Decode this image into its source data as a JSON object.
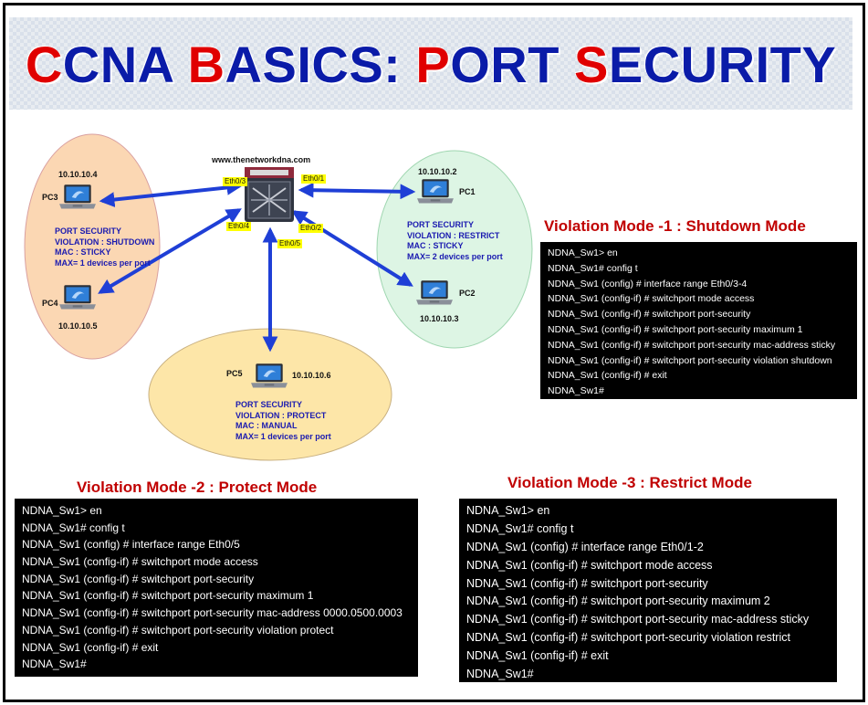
{
  "title": {
    "parts": [
      {
        "text": "C",
        "red": true
      },
      {
        "text": "CNA ",
        "red": false
      },
      {
        "text": "B",
        "red": true
      },
      {
        "text": "ASICS: ",
        "red": false
      },
      {
        "text": "P",
        "red": true
      },
      {
        "text": "ORT ",
        "red": false
      },
      {
        "text": "S",
        "red": true
      },
      {
        "text": "ECURITY",
        "red": false
      }
    ]
  },
  "colors": {
    "title_blue": "#0a1ba8",
    "title_red": "#e00000",
    "zone_orange": "#fbd7b3",
    "zone_green": "#ddf5e4",
    "zone_yellow": "#fde6a8",
    "link_blue": "#1f3fd6",
    "port_tag": "#ffff00",
    "mode_title": "#c00000"
  },
  "diagram": {
    "site": "www.thenetworkdna.com",
    "ports": {
      "eth0_3": "Eth0/3",
      "eth0_1": "Eth0/1",
      "eth0_4": "Eth0/4",
      "eth0_2": "Eth0/2",
      "eth0_5": "Eth0/5"
    },
    "pc3": {
      "name": "PC3",
      "ip": "10.10.10.4",
      "sec": [
        "PORT SECURITY",
        "VIOLATION : SHUTDOWN",
        "MAC : STICKY",
        "MAX= 1 devices per port"
      ]
    },
    "pc4": {
      "name": "PC4",
      "ip": "10.10.10.5"
    },
    "pc1": {
      "name": "PC1",
      "ip": "10.10.10.2",
      "sec": [
        "PORT SECURITY",
        "VIOLATION : RESTRICT",
        "MAC : STICKY",
        "MAX= 2 devices per port"
      ]
    },
    "pc2": {
      "name": "PC2",
      "ip": "10.10.10.3"
    },
    "pc5": {
      "name": "PC5",
      "ip": "10.10.10.6",
      "sec": [
        "PORT SECURITY",
        "VIOLATION : PROTECT",
        "MAC : MANUAL",
        "MAX= 1 devices per port"
      ]
    }
  },
  "mode1": {
    "title": "Violation Mode -1 : Shutdown Mode",
    "lines": [
      "NDNA_Sw1> en",
      "NDNA_Sw1# config t",
      "NDNA_Sw1 (config) # interface range Eth0/3-4",
      "NDNA_Sw1 (config-if) # switchport mode access",
      "NDNA_Sw1 (config-if) # switchport port-security",
      "NDNA_Sw1 (config-if) # switchport port-security maximum 1",
      "NDNA_Sw1 (config-if) # switchport port-security mac-address sticky",
      "NDNA_Sw1 (config-if) # switchport port-security violation shutdown",
      "NDNA_Sw1 (config-if) # exit",
      "NDNA_Sw1#"
    ]
  },
  "mode2": {
    "title": "Violation Mode -2 : Protect Mode",
    "lines": [
      "NDNA_Sw1> en",
      "NDNA_Sw1# config t",
      "NDNA_Sw1 (config) # interface range Eth0/5",
      "NDNA_Sw1 (config-if) # switchport mode access",
      "NDNA_Sw1 (config-if) # switchport port-security",
      "NDNA_Sw1 (config-if) # switchport port-security maximum 1",
      "NDNA_Sw1 (config-if) # switchport port-security mac-address 0000.0500.0003",
      "NDNA_Sw1 (config-if) # switchport port-security violation protect",
      "NDNA_Sw1 (config-if) # exit",
      "NDNA_Sw1#"
    ]
  },
  "mode3": {
    "title": "Violation Mode -3  : Restrict Mode",
    "lines": [
      "NDNA_Sw1> en",
      "NDNA_Sw1# config t",
      "NDNA_Sw1 (config) # interface range Eth0/1-2",
      "NDNA_Sw1 (config-if) # switchport mode access",
      "NDNA_Sw1 (config-if) # switchport port-security",
      "NDNA_Sw1 (config-if) # switchport port-security maximum 2",
      "NDNA_Sw1 (config-if) # switchport port-security mac-address sticky",
      "NDNA_Sw1 (config-if) # switchport port-security violation restrict",
      "NDNA_Sw1 (config-if) # exit",
      "NDNA_Sw1#"
    ]
  }
}
